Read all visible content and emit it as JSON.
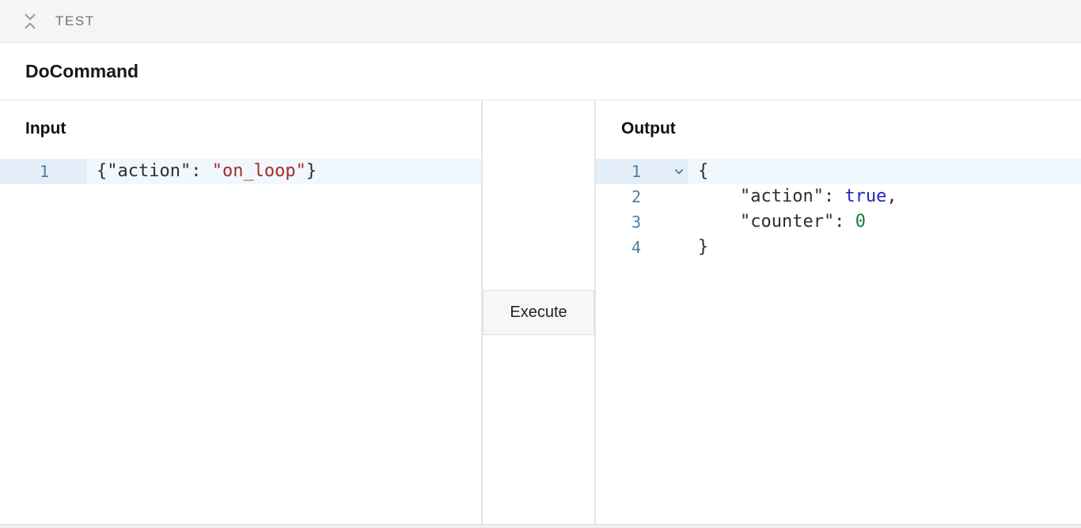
{
  "topbar": {
    "label": "TEST"
  },
  "title": "DoCommand",
  "input_panel": {
    "heading": "Input",
    "lines": [
      {
        "number": "1",
        "active": true,
        "tokens": [
          {
            "t": "plain",
            "v": "{\"action\": "
          },
          {
            "t": "string",
            "v": "\"on_loop\""
          },
          {
            "t": "plain",
            "v": "}"
          }
        ]
      }
    ]
  },
  "middle": {
    "execute_label": "Execute"
  },
  "output_panel": {
    "heading": "Output",
    "lines": [
      {
        "number": "1",
        "active": true,
        "fold": true,
        "tokens": [
          {
            "t": "plain",
            "v": "{"
          }
        ]
      },
      {
        "number": "2",
        "tokens": [
          {
            "t": "plain",
            "v": "    \"action\": "
          },
          {
            "t": "atom",
            "v": "true"
          },
          {
            "t": "plain",
            "v": ","
          }
        ]
      },
      {
        "number": "3",
        "tokens": [
          {
            "t": "plain",
            "v": "    \"counter\": "
          },
          {
            "t": "num",
            "v": "0"
          }
        ]
      },
      {
        "number": "4",
        "tokens": [
          {
            "t": "plain",
            "v": "}"
          }
        ]
      }
    ]
  },
  "colors": {
    "tokens": {
      "plain": "#2e2e30",
      "string": "#a52a2a",
      "atom": "#2323c8",
      "num": "#177a3d"
    },
    "line_number": "#4d7fa3",
    "fold_chevron": "#4d7fa3",
    "active_line_bg": "#f0f8fd",
    "active_gutter_bg": "#e3eef9",
    "topbar_bg": "#f5f5f6",
    "topbar_text": "#6e737b",
    "collapse_icon": "#9aa1a9"
  }
}
